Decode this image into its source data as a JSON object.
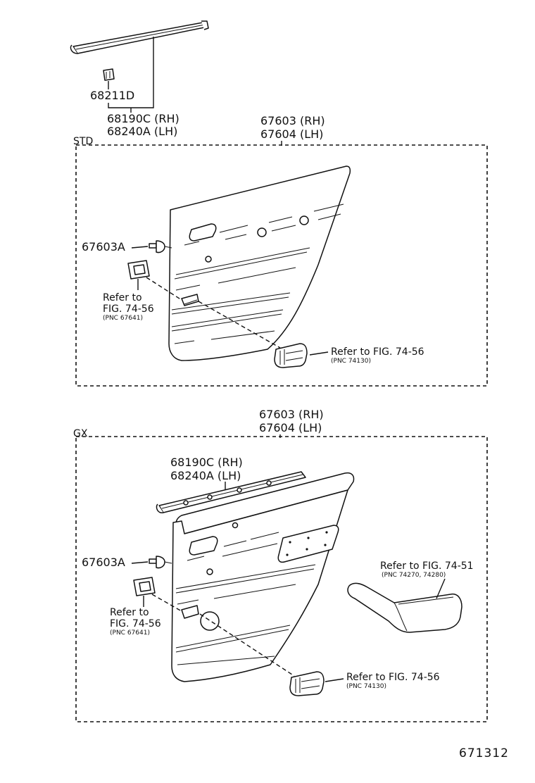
{
  "top_assembly": {
    "clip_part": "68211D",
    "weatherstrip_rh": "68190C (RH)",
    "weatherstrip_lh": "68240A (LH)"
  },
  "std": {
    "section_label": "STD",
    "panel_rh": "67603 (RH)",
    "panel_lh": "67604 (LH)",
    "clip_part": "67603A",
    "ref_left_line1": "Refer to",
    "ref_left_line2": "FIG. 74-56",
    "ref_left_pnc": "(PNC 67641)",
    "ref_right": "Refer to FIG. 74-56",
    "ref_right_pnc": "(PNC 74130)"
  },
  "gx": {
    "section_label": "GX",
    "panel_rh": "67603 (RH)",
    "panel_lh": "67604 (LH)",
    "weatherstrip_rh": "68190C (RH)",
    "weatherstrip_lh": "68240A (LH)",
    "clip_part": "67603A",
    "ref_armrest": "Refer to FIG. 74-51",
    "ref_armrest_pnc": "(PNC 74270, 74280)",
    "ref_left_line1": "Refer to",
    "ref_left_line2": "FIG. 74-56",
    "ref_left_pnc": "(PNC 67641)",
    "ref_right": "Refer to FIG. 74-56",
    "ref_right_pnc": "(PNC 74130)"
  },
  "figure_code": "671312"
}
